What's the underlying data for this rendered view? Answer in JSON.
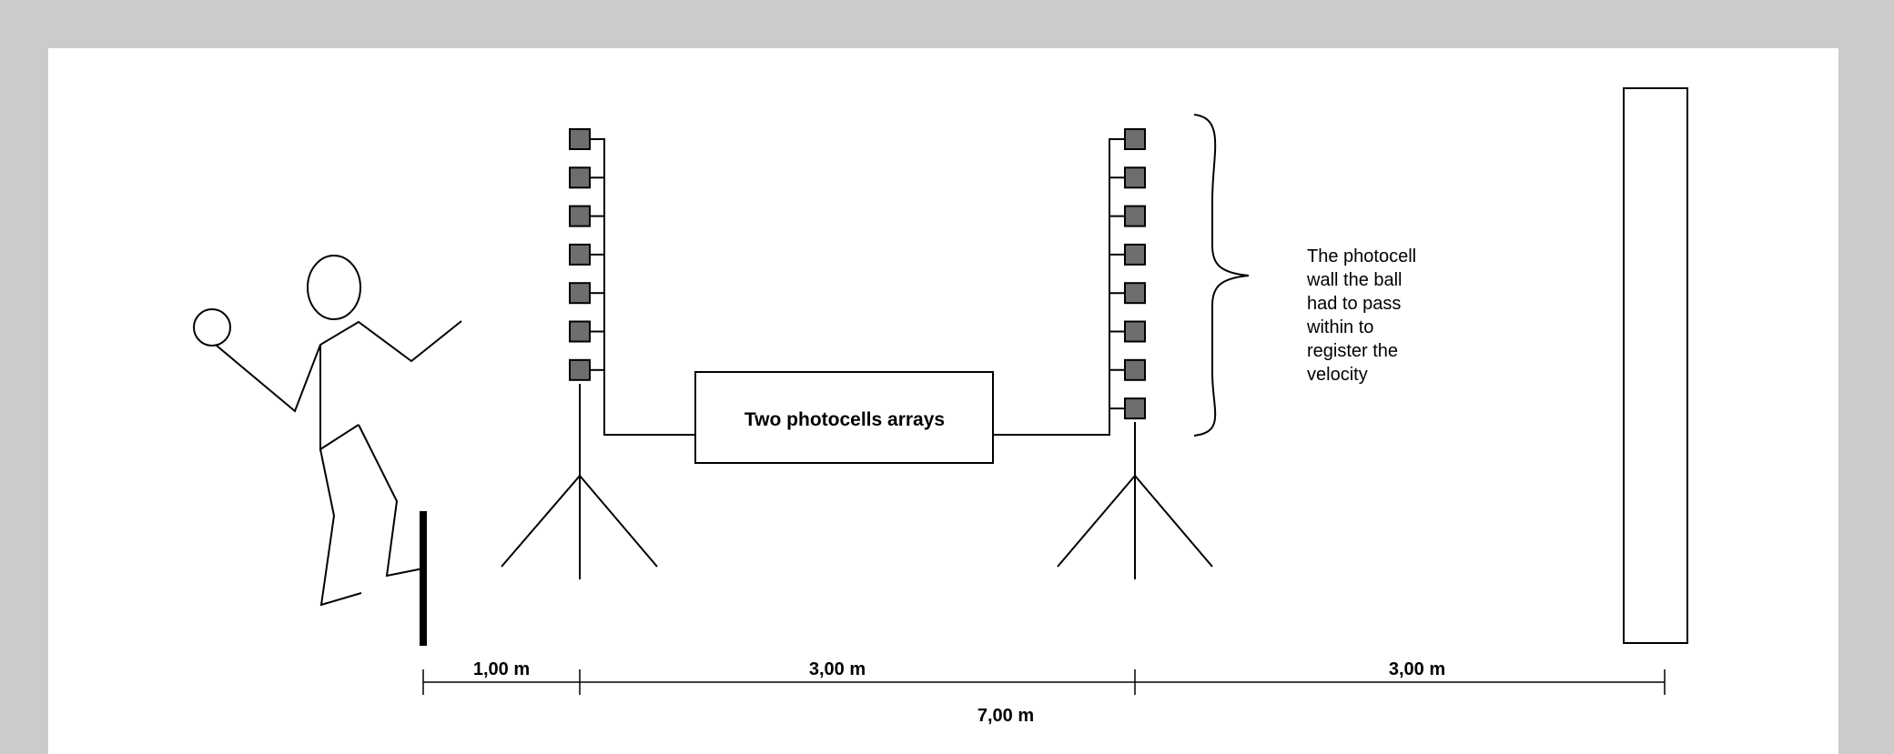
{
  "diagram": {
    "colors": {
      "background": "#cbcbcb",
      "panel": "#ffffff",
      "line": "#000000",
      "photocell": "#6e6e6e"
    },
    "box_label": "Two photocells arrays",
    "annotation_lines": [
      "The photocell",
      "wall the ball",
      "had to pass",
      "within to",
      "register the",
      "velocity"
    ],
    "distances": {
      "first": "1,00 m",
      "second": "3,00 m",
      "third": "3,00 m",
      "total": "7,00 m"
    },
    "photocell_counts": {
      "left_array": 7,
      "right_array": 8
    }
  }
}
